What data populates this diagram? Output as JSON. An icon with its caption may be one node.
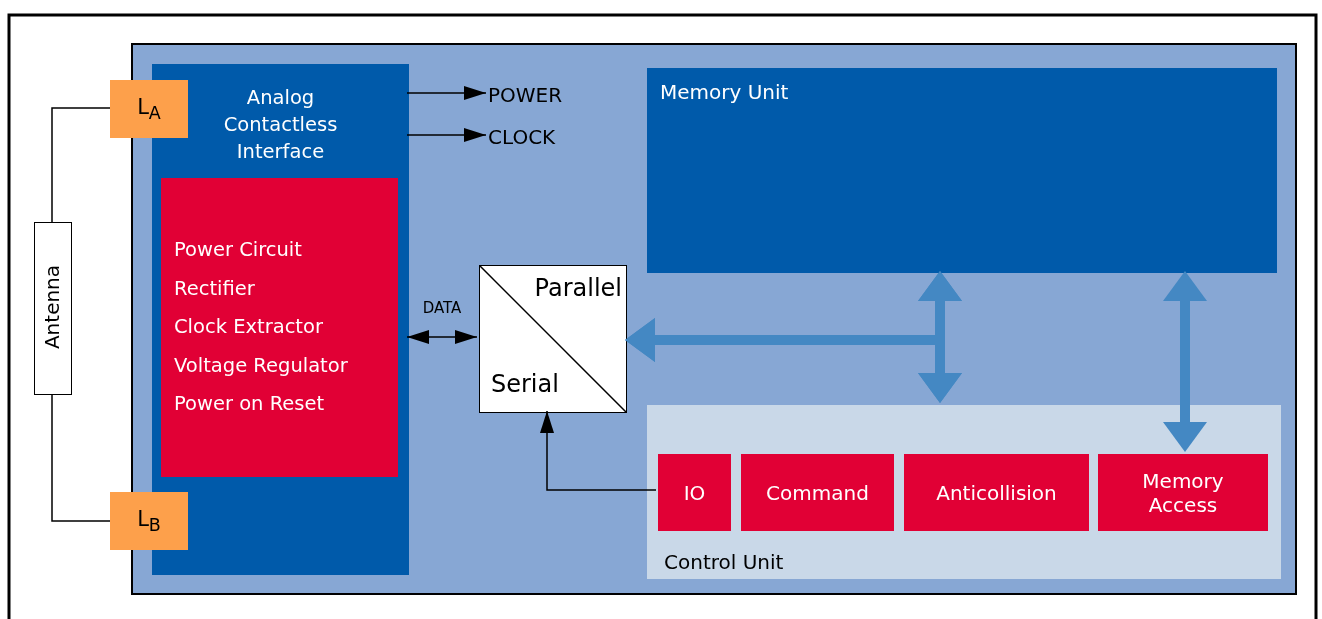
{
  "diagram": {
    "nodes": [
      {
        "text": [],
        "shape": "box"
      },
      {
        "text": [
          "Analog Contactless Interface"
        ],
        "in": 0
      },
      {
        "text": [
          "Power Circuit",
          "Rectifier",
          "Clock Extractor",
          "Voltage Regulator",
          "Power on Reset"
        ],
        "in": 1
      },
      {
        "text": [
          "L$_{A}$"
        ]
      },
      {
        "text": [
          "L$_{B}$"
        ]
      },
      {
        "text": [
          "Antenna"
        ]
      },
      {
        "text": [
          "POWER"
        ],
        "in": 0
      },
      {
        "text": [
          "CLOCK"
        ],
        "in": 0
      },
      {
        "text": [
          "Parallel",
          "Serial"
        ],
        "in": 0
      },
      {
        "text": [
          "Memory Unit"
        ],
        "in": 0
      },
      {
        "text": [
          "Control Unit"
        ],
        "in": 0
      },
      {
        "text": [
          "IO"
        ],
        "in": 10
      },
      {
        "text": [
          "Command"
        ],
        "in": 10
      },
      {
        "text": [
          "Anticollision"
        ],
        "in": 10
      },
      {
        "text": [
          "Memory Access"
        ],
        "in": 10
      }
    ],
    "edges": [
      {
        "from": 5,
        "to": 3,
        "arrow": "none"
      },
      {
        "from": 5,
        "to": 4,
        "arrow": "none"
      },
      {
        "from": 1,
        "to": 6,
        "arrow": "to"
      },
      {
        "from": 1,
        "to": 7,
        "arrow": "to"
      },
      {
        "from": 1,
        "to": 8,
        "arrow": "both",
        "label": "DATA"
      },
      {
        "from": 11,
        "to": 8,
        "arrow": "to"
      },
      {
        "from": 9,
        "to": 10,
        "arrow": "both",
        "style": "thick",
        "color": "#4488c3"
      },
      {
        "from": 9,
        "to": 8,
        "arrow": "both",
        "style": "thick",
        "color": "#4488c3"
      },
      {
        "from": 10,
        "to": 8,
        "arrow": "both",
        "style": "thick",
        "color": "#4488c3"
      },
      {
        "from": 9,
        "to": 14,
        "arrow": "both",
        "style": "thick",
        "color": "#4488c3"
      }
    ]
  }
}
